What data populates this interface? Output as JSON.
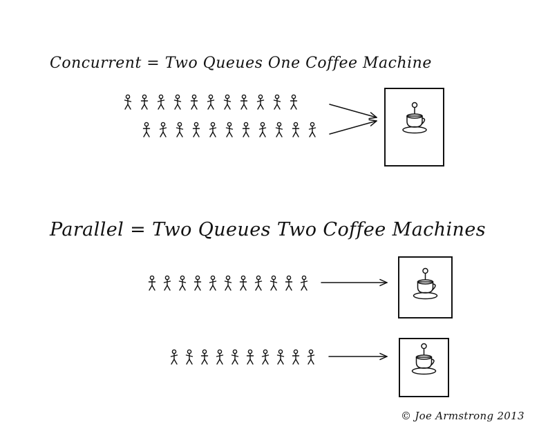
{
  "colors": {
    "ink": "#111111",
    "paper": "#ffffff"
  },
  "sections": {
    "concurrent": {
      "title": "Concurrent = Two Queues One Coffee Machine",
      "queues": [
        {
          "people_count": 11
        },
        {
          "people_count": 11
        }
      ],
      "machine_count": 1
    },
    "parallel": {
      "title": "Parallel = Two Queues Two Coffee Machines",
      "queues": [
        {
          "people_count": 11
        },
        {
          "people_count": 10
        }
      ],
      "machine_count": 2
    }
  },
  "icons": {
    "person": "stick-figure-icon",
    "coffee": "coffee-cup-icon",
    "arrow": "arrow-icon"
  },
  "credit": "© Joe Armstrong 2013"
}
